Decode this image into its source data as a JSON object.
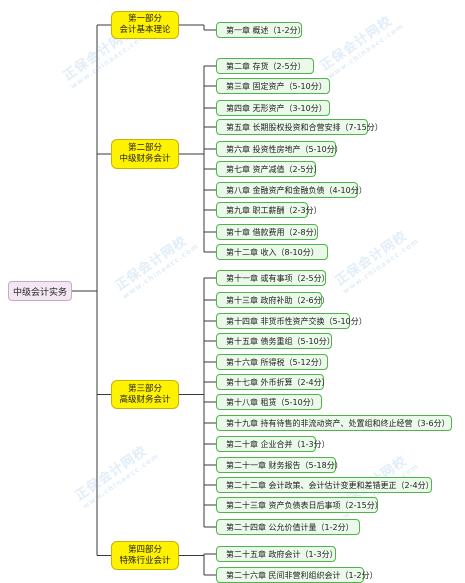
{
  "root": {
    "label": "中级会计实务"
  },
  "parts": [
    {
      "id": "p1",
      "line1": "第一部分",
      "line2": "会计基本理论",
      "chapters": [
        {
          "label": "第一章 概述（1-2分）"
        }
      ]
    },
    {
      "id": "p2",
      "line1": "第二部分",
      "line2": "中级财务会计",
      "chapters": [
        {
          "label": "第二章 存货（2-5分）"
        },
        {
          "label": "第三章 固定资产（5-10分）"
        },
        {
          "label": "第四章 无形资产（3-10分）"
        },
        {
          "label": "第五章 长期股权投资和合营安排（7-15分）"
        },
        {
          "label": "第六章 投资性房地产（5-10分）"
        },
        {
          "label": "第七章 资产减值（2-5分）"
        },
        {
          "label": "第八章 金融资产和金融负债（4-10分）"
        },
        {
          "label": "第九章 职工薪酬（2-3分）"
        },
        {
          "label": "第十章 借款费用（2-8分）"
        },
        {
          "label": "第十二章 收入（8-10分）"
        }
      ]
    },
    {
      "id": "p3",
      "line1": "第三部分",
      "line2": "高级财务会计",
      "chapters": [
        {
          "label": "第十一章 或有事项（2-5分）"
        },
        {
          "label": "第十三章 政府补助（2-6分）"
        },
        {
          "label": "第十四章 非货币性资产交换（5-10分）"
        },
        {
          "label": "第十五章 债务重组（5-10分）"
        },
        {
          "label": "第十六章 所得税（5-12分）"
        },
        {
          "label": "第十七章 外币折算（2-4分）"
        },
        {
          "label": "第十八章 租赁（5-10分）"
        },
        {
          "label": "第十九章 持有待售的非流动资产、处置组和终止经营（3-6分）"
        },
        {
          "label": "第二十章 企业合并（1-3分）"
        },
        {
          "label": "第二十一章 财务报告（5-18分）"
        },
        {
          "label": "第二十二章 会计政策、会计估计变更和差错更正（2-4分）"
        },
        {
          "label": "第二十三章 资产负债表日后事项（2-15分）"
        },
        {
          "label": "第二十四章 公允价值计量（1-2分）"
        }
      ]
    },
    {
      "id": "p4",
      "line1": "第四部分",
      "line2": "特殊行业会计",
      "chapters": [
        {
          "label": "第二十五章 政府会计（1-3分）"
        },
        {
          "label": "第二十六章 民间非营利组织会计（1-2分）"
        }
      ]
    }
  ],
  "watermarks": [
    {
      "text": "正保会计网校",
      "sub": "www.chinaacc.com"
    },
    {
      "text": "正保会计网校",
      "sub": "www.chinaacc.com"
    },
    {
      "text": "正保会计网校",
      "sub": "www.chinaacc.com"
    },
    {
      "text": "正保会计网校",
      "sub": "www.chinaacc.com"
    },
    {
      "text": "正保会计网校",
      "sub": "www.chinaacc.com"
    },
    {
      "text": "正保会计网校",
      "sub": "www.chinaacc.com"
    }
  ],
  "colors": {
    "wire": "#3a3a3a",
    "part_fill": "#fff200",
    "chapter_border": "#4fb54a",
    "root_fill": "#f4e7f4"
  }
}
